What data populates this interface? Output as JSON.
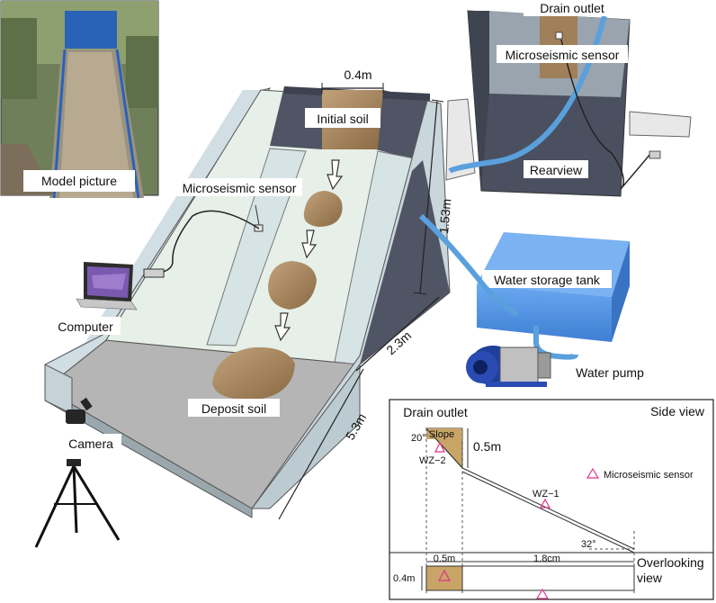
{
  "labels": {
    "model_picture": "Model picture",
    "width_top": "0.4m",
    "initial_soil": "Initial soil",
    "microseismic_sensor_main": "Microseismic sensor",
    "computer": "Computer",
    "deposit_soil": "Deposit soil",
    "camera": "Camera",
    "dim_height": "1.53m",
    "dim_slope_len": "2.3m",
    "dim_total_len": "5.3m",
    "drain_outlet_top": "Drain outlet",
    "microseismic_sensor_rear": "Microseismic sensor",
    "rearview": "Rearview",
    "water_storage_tank": "Water storage tank",
    "water_pump": "Water  pump"
  },
  "side_view": {
    "title": "Side view",
    "drain_outlet": "Drain outlet",
    "slope": "Slope",
    "angle_top": "20°",
    "height": "0.5m",
    "wz2": "WZ−2",
    "wz1": "WZ−1",
    "angle_bottom": "32°",
    "legend": "Microseismic sensor",
    "overlooking_1": "Overlooking",
    "overlooking_2": "view",
    "dim_05": "0.5m",
    "dim_18": "1.8cm",
    "dim_04": "0.4m"
  },
  "colors": {
    "flume_frame": "#4a5060",
    "glass": "#d8e6ea",
    "soil": "#a0805a",
    "pipe": "#5aa0dc",
    "tank": "#4f90e0",
    "sensor_marker": "#e0328c"
  }
}
